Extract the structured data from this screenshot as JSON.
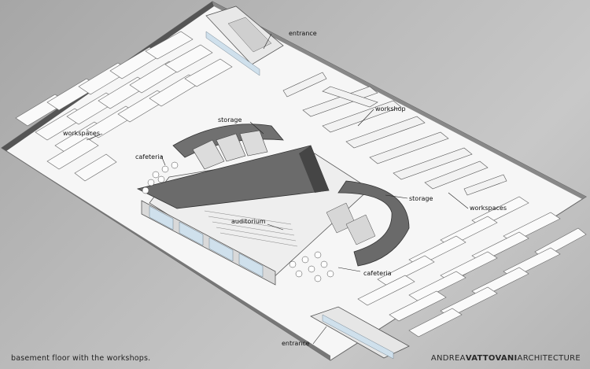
{
  "labels": {
    "entrance_top": "entrance",
    "workshop": "workshop",
    "storage_top": "storage",
    "workspaces_left": "workspaces",
    "cafeteria_left": "cafeteria",
    "storage_right": "storage",
    "workspaces_right": "workspaces",
    "auditorium": "auditorium",
    "cafeteria_bottom": "cafeteria",
    "entrance_bottom": "entrance"
  },
  "caption": "basement floor with the workshops.",
  "credit": {
    "part1": "ANDREA",
    "part2": "VATTOVANI",
    "part3": "ARCHITECTURE"
  },
  "colors": {
    "floor": "#f7f7f7",
    "wall": "#5c5c5c",
    "wall_dark": "#3e3e3e",
    "glass": "#cfe0ec"
  }
}
